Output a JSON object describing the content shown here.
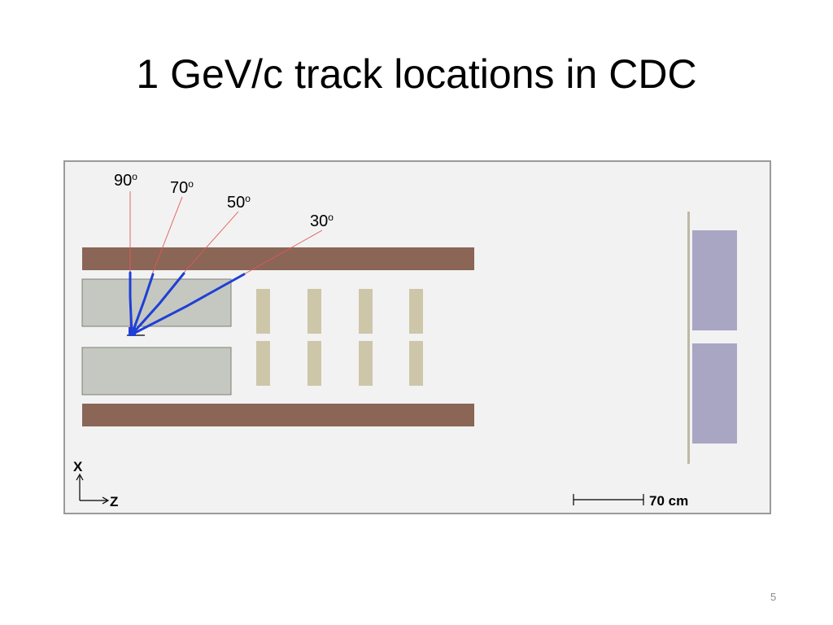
{
  "slide": {
    "title": "1 GeV/c track locations in CDC",
    "page_number": "5"
  },
  "diagram": {
    "angle_labels": [
      {
        "value": "90",
        "sup": "o"
      },
      {
        "value": "70",
        "sup": "o"
      },
      {
        "value": "50",
        "sup": "o"
      },
      {
        "value": "30",
        "sup": "o"
      }
    ],
    "axes": {
      "vertical": "X",
      "horizontal": "Z"
    },
    "scale_bar": {
      "label": "70 cm"
    },
    "colors": {
      "background": "#f2f2f2",
      "frame": "#9a9a9a",
      "solenoid": "#8b6556",
      "cdc_block": "#c5c8c0",
      "fdc_package": "#cdc6a9",
      "calorimeter": "#a9a6c4",
      "track": "#1f3fd6",
      "leader_line": "#e05a5a"
    }
  }
}
